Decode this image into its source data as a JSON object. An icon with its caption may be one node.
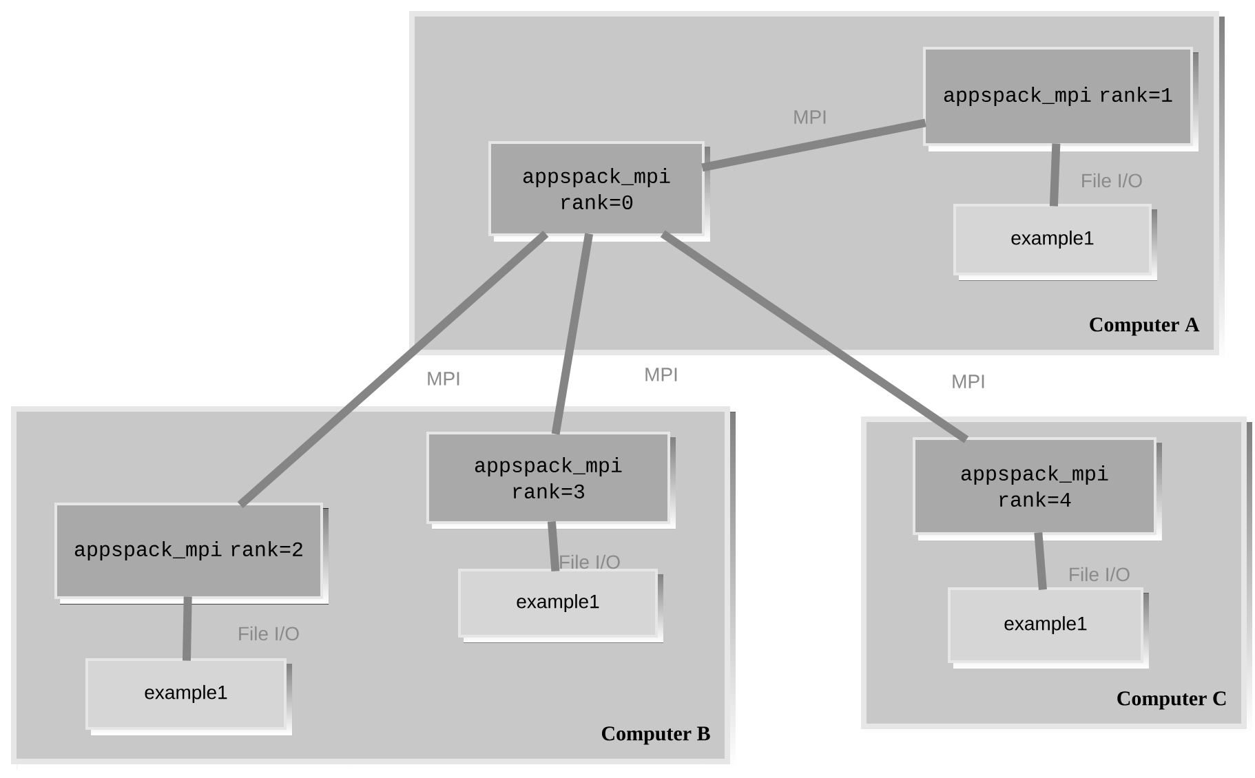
{
  "diagram": {
    "nodes": [
      {
        "text": [
          "Computer A"
        ]
      },
      {
        "text": [
          "appspack_mpi rank=0"
        ],
        "in": 0
      },
      {
        "text": [
          "appspack_mpi rank=1"
        ],
        "in": 0
      },
      {
        "text": [
          "example1"
        ],
        "in": 0
      },
      {
        "text": [
          "Computer B"
        ]
      },
      {
        "text": [
          "appspack_mpi rank=2"
        ],
        "in": 4
      },
      {
        "text": [
          "example1"
        ],
        "in": 4
      },
      {
        "text": [
          "appspack_mpi rank=3"
        ],
        "in": 4
      },
      {
        "text": [
          "example1"
        ],
        "in": 4
      },
      {
        "text": [
          "Computer C"
        ]
      },
      {
        "text": [
          "appspack_mpi rank=4"
        ],
        "in": 9
      },
      {
        "text": [
          "example1"
        ],
        "in": 9
      }
    ],
    "edges": [
      {
        "from": 1,
        "to": 2,
        "arrow": "none",
        "label": "MPI"
      },
      {
        "from": 2,
        "to": 3,
        "arrow": "none",
        "label": "File I/O"
      },
      {
        "from": 1,
        "to": 5,
        "arrow": "none",
        "label": "MPI"
      },
      {
        "from": 1,
        "to": 7,
        "arrow": "none",
        "label": "MPI"
      },
      {
        "from": 1,
        "to": 10,
        "arrow": "none",
        "label": "MPI"
      },
      {
        "from": 5,
        "to": 6,
        "arrow": "none",
        "label": "File I/O"
      },
      {
        "from": 7,
        "to": 8,
        "arrow": "none",
        "label": "File I/O"
      },
      {
        "from": 10,
        "to": 11,
        "arrow": "none",
        "label": "File I/O"
      }
    ]
  }
}
